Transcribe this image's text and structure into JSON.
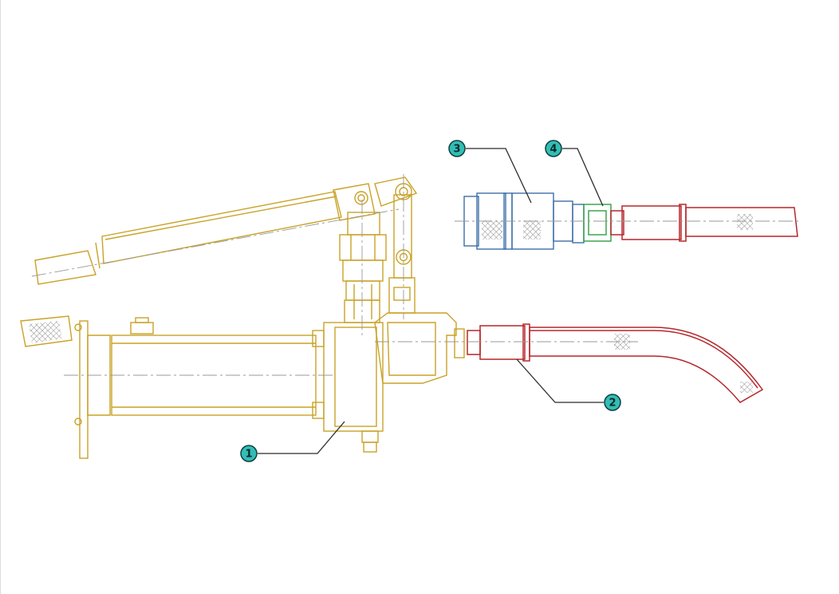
{
  "diagram": {
    "colors": {
      "pump": "#c9a227",
      "hose": "#b5262b",
      "coupler": "#3d6ea8",
      "nipple": "#2f9e44",
      "centerline": "#9a9a9a",
      "leader": "#2b2b2b",
      "callout_fill": "#33bdb5",
      "callout_stroke": "#0f3f3c"
    },
    "callouts": [
      {
        "label": "1",
        "part": "pump-body"
      },
      {
        "label": "2",
        "part": "hose"
      },
      {
        "label": "3",
        "part": "quick-coupler"
      },
      {
        "label": "4",
        "part": "coupler-nipple"
      }
    ]
  }
}
